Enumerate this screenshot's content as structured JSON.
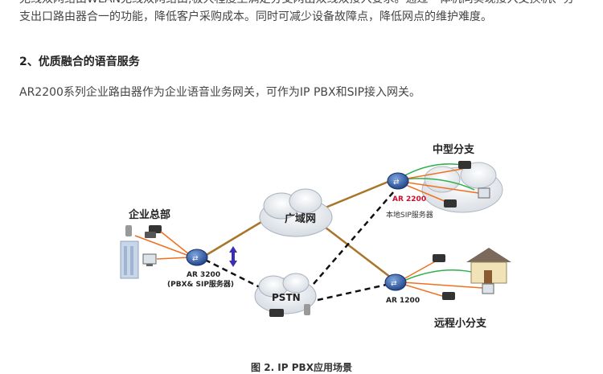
{
  "text": {
    "top_line1": "无线双网络由WLAN无线双网络由,极大程度上满足分支网出双线双接入要求。通过一体机同实现接入交换机、分",
    "top_line2": "支出口路由器合一的功能，降低客户采购成本。同时可减少设备故障点，降低网点的维护难度。",
    "heading": "2、优质融合的语音服务",
    "ar2200_para": "AR2200系列企业路由器作为企业语音业务网关，可作为IP PBX和SIP接入网关。",
    "caption": "图 2. IP PBX应用场景"
  },
  "diagram": {
    "hq_label": "企业总部",
    "hq_router_label": "AR 3200",
    "hq_router_sub": "(PBX& SIP服务器)",
    "wan_label": "广域网",
    "pstn_label": "PSTN",
    "mid_branch_label": "中型分支",
    "mid_router_label": "AR 2200",
    "mid_router_sub": "本地SIP服务器",
    "remote_label": "远程小分支",
    "remote_router_label": "AR 1200"
  },
  "colors": {
    "router_blue": "#2b58a8",
    "wan_link": "#a8762a",
    "voice_orange": "#f07020",
    "voice_green": "#2fb04a",
    "ar2200_red": "#c8102e"
  }
}
